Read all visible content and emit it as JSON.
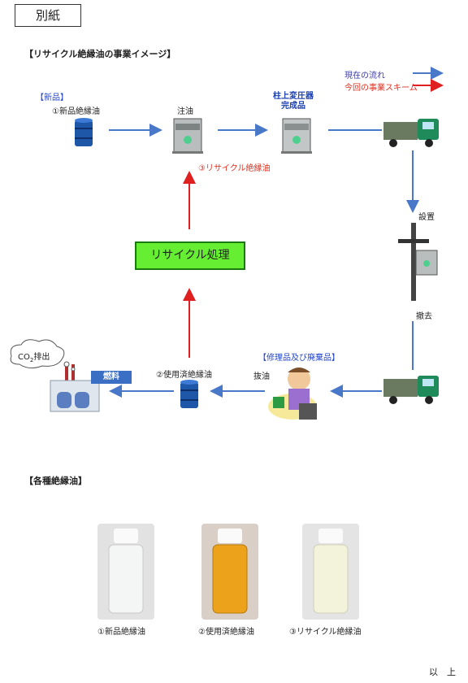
{
  "tag": "別紙",
  "section1_title": "【リサイクル絶縁油の事業イメージ】",
  "legend": {
    "existing": "現在の流れ",
    "new_scheme": "今回の事業スキーム"
  },
  "labels": {
    "new_product_header": "【新品】",
    "new_oil": "①新品絶縁油",
    "oil_fill": "注油",
    "transformer_done": [
      "柱上変圧器",
      "完成品"
    ],
    "recycled_oil": "③リサイクル絶縁油",
    "install": "設置",
    "remove": "撤去",
    "repair_header": "【修理品及び廃棄品】",
    "drain_oil": "抜油",
    "used_oil": "②使用済絶縁油",
    "fuel": "燃料",
    "co2_prefix": "CO",
    "co2_sub": "2",
    "co2_suffix": "排出",
    "recycle_process": "リサイクル処理"
  },
  "section2_title": "【各種絶縁油】",
  "samples": [
    {
      "label": "①新品絶縁油",
      "color": "#f4f6f6"
    },
    {
      "label": "②使用済絶縁油",
      "color": "#eca21a"
    },
    {
      "label": "③リサイクル絶縁油",
      "color": "#f3f3dc"
    }
  ],
  "end_mark": "以　上",
  "colors": {
    "existing_arrow": "#4a78c8",
    "new_arrow": "#e02020"
  }
}
